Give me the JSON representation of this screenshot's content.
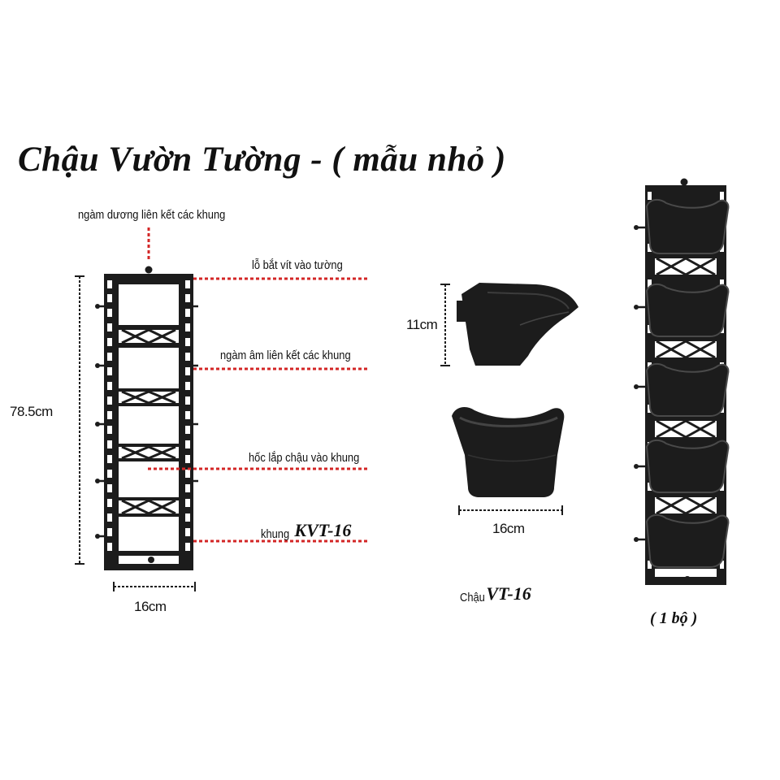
{
  "title": "Chậu Vườn Tường - ( mẫu nhỏ )",
  "annotations": {
    "male_joint": "ngàm dương liên kết các khung",
    "screw_hole": "lỗ bắt vít vào tường",
    "female_joint": "ngàm âm liên kết các khung",
    "pot_slot": "hốc lắp chậu vào khung",
    "frame_prefix": "khung",
    "frame_code": "KVT-16"
  },
  "dimensions": {
    "frame_height": "78.5cm",
    "frame_width": "16cm",
    "pot_height": "11cm",
    "pot_width": "16cm"
  },
  "pot_label": {
    "prefix": "Chậu",
    "code": "VT-16"
  },
  "set_label": "( 1 bộ )",
  "colors": {
    "product": "#1c1c1c",
    "leader_line": "#d32626",
    "text": "#111111"
  }
}
